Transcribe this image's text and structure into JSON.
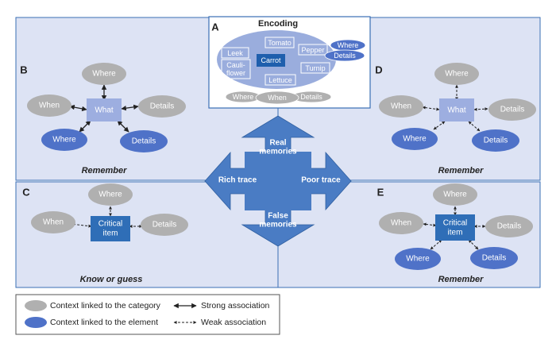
{
  "colors": {
    "panel_bg": "#dde3f4",
    "panel_stroke": "#3a6fb5",
    "grey_node": "#b0b0b0",
    "blue_node": "#4f72c8",
    "what_box": "#9daee0",
    "critical_box": "#2f6eb7",
    "encoding_ellipse": "#9aaddd",
    "carrot_box": "#1f5fad",
    "arrow_fill": "#4a7cc4"
  },
  "panels": {
    "a": {
      "letter": "A",
      "title": "Encoding",
      "items": [
        "Tomato",
        "Leek",
        "Carrot",
        "Pepper",
        "Turnip",
        "Lettuce"
      ],
      "cauli_line1": "Cauli-",
      "cauli_line2": "flower",
      "element_context": [
        "Where",
        "Details"
      ],
      "category_context": [
        "Where",
        "When",
        "Details"
      ]
    },
    "b": {
      "letter": "B",
      "center": "What",
      "where": "Where",
      "when": "When",
      "details": "Details",
      "el_where": "Where",
      "el_details": "Details",
      "caption": "Remember"
    },
    "c": {
      "letter": "C",
      "center_line1": "Critical",
      "center_line2": "item",
      "where": "Where",
      "when": "When",
      "details": "Details",
      "caption": "Know or guess"
    },
    "d": {
      "letter": "D",
      "center": "What",
      "where": "Where",
      "when": "When",
      "details": "Details",
      "el_where": "Where",
      "el_details": "Details",
      "caption": "Remember"
    },
    "e": {
      "letter": "E",
      "center_line1": "Critical",
      "center_line2": "item",
      "where": "Where",
      "when": "When",
      "details": "Details",
      "el_where": "Where",
      "el_details": "Details",
      "caption": "Remember"
    }
  },
  "arrows": {
    "real_line1": "Real",
    "real_line2": "memories",
    "false_line1": "False",
    "false_line2": "memories",
    "rich": "Rich trace",
    "poor": "Poor trace"
  },
  "legend": {
    "category": "Context linked to the category",
    "element": "Context linked to the element",
    "strong": "Strong association",
    "weak": "Weak association"
  }
}
